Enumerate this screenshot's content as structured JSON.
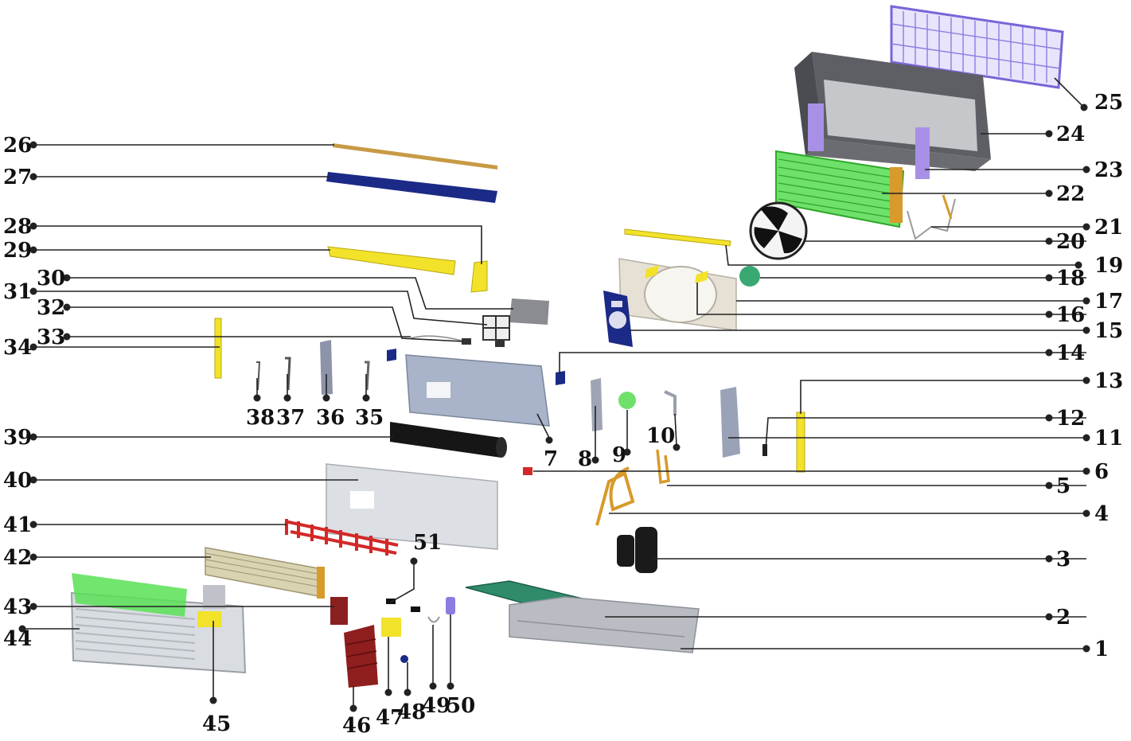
{
  "labels": {
    "n1": "1",
    "n2": "2",
    "n3": "3",
    "n4": "4",
    "n5": "5",
    "n6": "6",
    "n7": "7",
    "n8": "8",
    "n9": "9",
    "n10": "10",
    "n11": "11",
    "n12": "12",
    "n13": "13",
    "n14": "14",
    "n15": "15",
    "n16": "16",
    "n17": "17",
    "n18": "18",
    "n19": "19",
    "n20": "20",
    "n21": "21",
    "n22": "22",
    "n23": "23",
    "n24": "24",
    "n25": "25",
    "n26": "26",
    "n27": "27",
    "n28": "28",
    "n29": "29",
    "n30": "30",
    "n31": "31",
    "n32": "32",
    "n33": "33",
    "n34": "34",
    "n35": "35",
    "n36": "36",
    "n37": "37",
    "n38": "38",
    "n39": "39",
    "n40": "40",
    "n41": "41",
    "n42": "42",
    "n43": "43",
    "n44": "44",
    "n45": "45",
    "n46": "46",
    "n47": "47",
    "n48": "48",
    "n49": "49",
    "n50": "50",
    "n51": "51"
  },
  "colors": {
    "leader": "#222222",
    "coil_green": "#3ddc3a",
    "panel_grey": "#c9ccd0",
    "filter_purple": "#8e7be0",
    "shroud_dark": "#55575c",
    "rail_yellow": "#f2e22a",
    "rail_navy": "#1b2a86",
    "rail_tan": "#c79a45",
    "copper": "#d79a2b",
    "heater_red": "#d42828",
    "wheel_black": "#161616",
    "base_teal": "#2f8b6a"
  }
}
